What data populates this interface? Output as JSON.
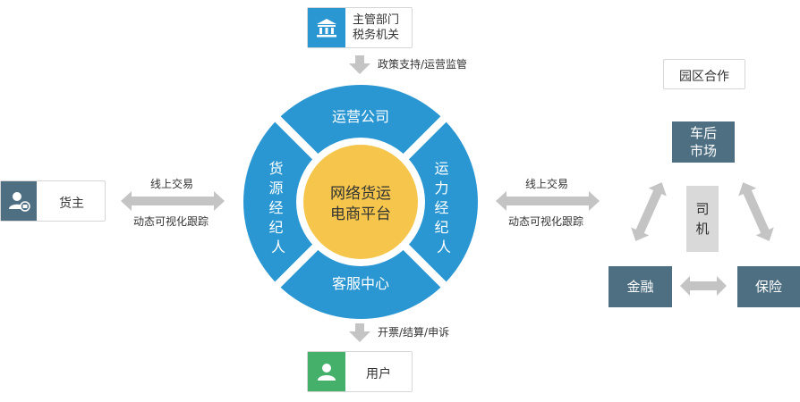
{
  "top_node": {
    "line1": "主管部门",
    "line2": "税务机关",
    "arrow_label": "政策支持/运营监管"
  },
  "bottom_node": {
    "label": "用户",
    "arrow_label": "开票/结算/申诉"
  },
  "left_node": {
    "label": "货主",
    "arrow_top": "线上交易",
    "arrow_bottom": "动态可视化跟踪"
  },
  "right_link": {
    "arrow_top": "线上交易",
    "arrow_bottom": "动态可视化跟踪"
  },
  "wheel": {
    "center_line1": "网络货运",
    "center_line2": "电商平台",
    "top": "运营公司",
    "bottom": "客服中心",
    "left_chars": [
      "货",
      "源",
      "经",
      "纪",
      "人"
    ],
    "right_chars": [
      "运",
      "力",
      "经",
      "纪",
      "人"
    ]
  },
  "park": {
    "title": "园区合作",
    "aftermarket": [
      "车后",
      "市场"
    ],
    "driver": [
      "司",
      "机"
    ],
    "finance": "金融",
    "insurance": "保险"
  },
  "colors": {
    "wheel_blue": "#2a97d3",
    "center_yellow": "#f5c64b",
    "slate": "#4e6f82",
    "green": "#45b06a",
    "arrow_gray": "#c4c4c4",
    "driver_bg": "#d9d9d9"
  },
  "icons": {
    "top": "government-building-icon",
    "left": "cargo-owner-icon",
    "bottom": "user-icon"
  }
}
